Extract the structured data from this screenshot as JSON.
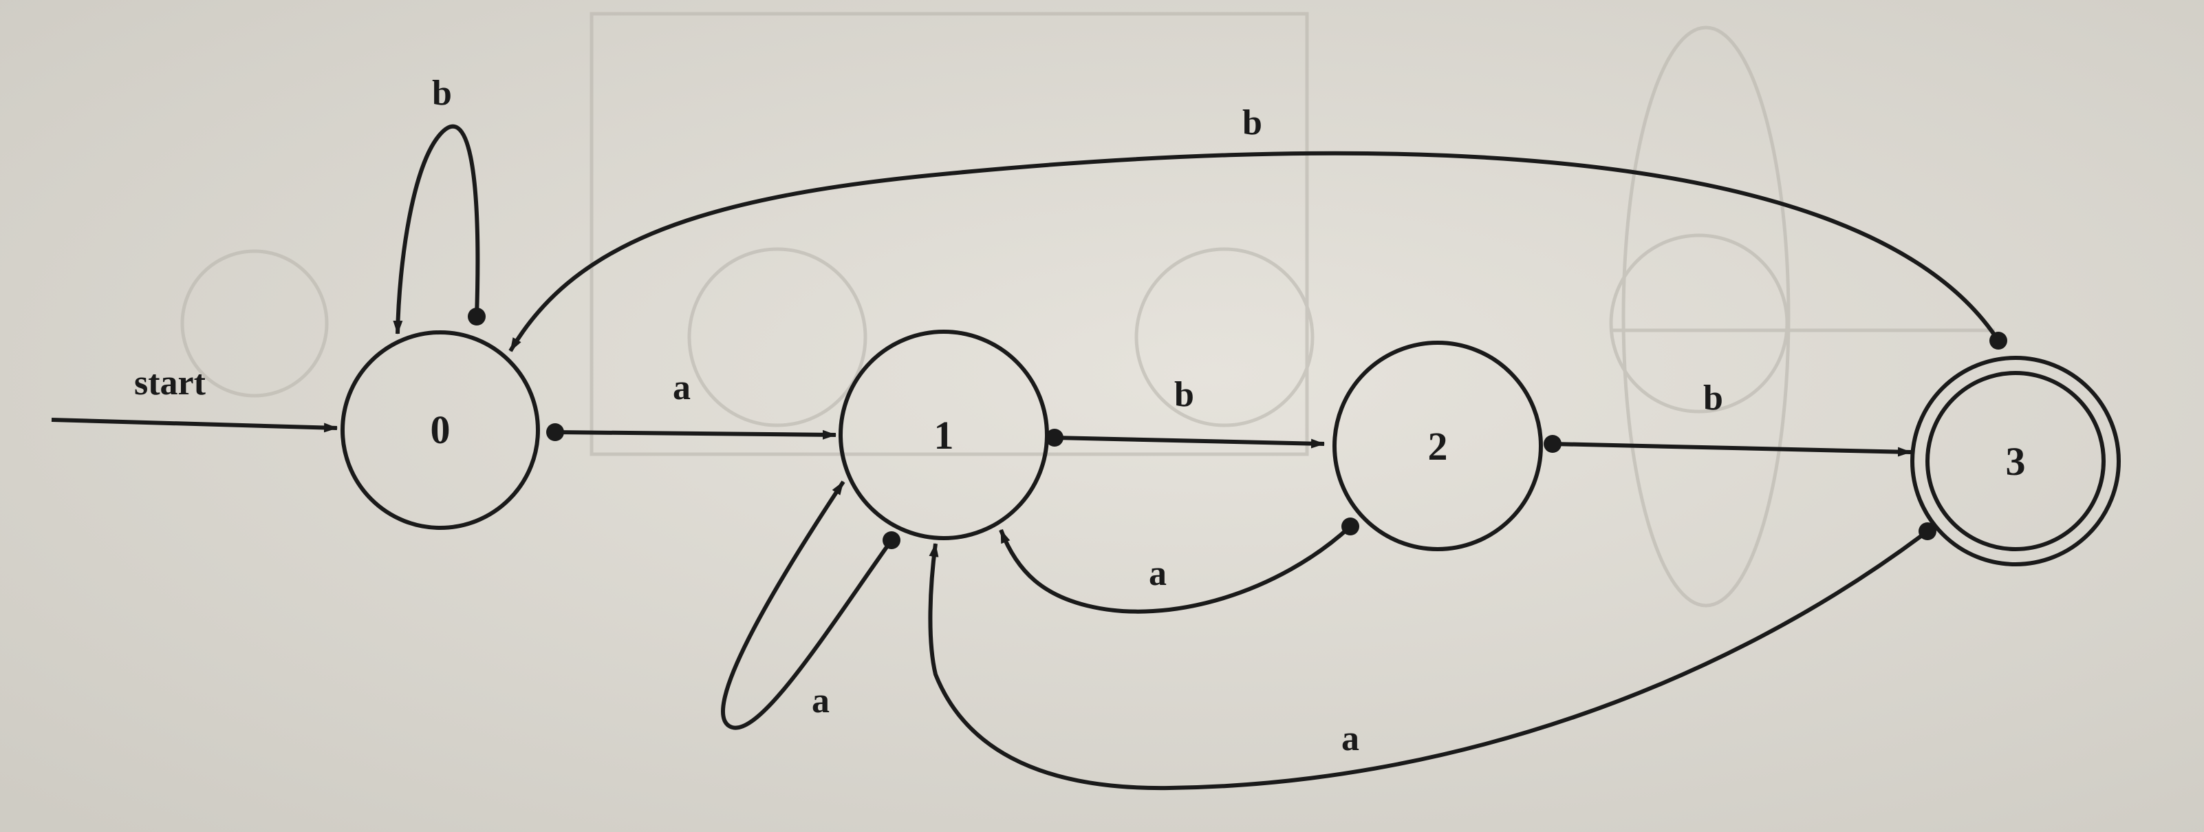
{
  "diagram": {
    "start_label": "start",
    "states": [
      {
        "id": "0",
        "label": "0",
        "accepting": false
      },
      {
        "id": "1",
        "label": "1",
        "accepting": false
      },
      {
        "id": "2",
        "label": "2",
        "accepting": false
      },
      {
        "id": "3",
        "label": "3",
        "accepting": true
      }
    ],
    "transitions": [
      {
        "from": "0",
        "to": "0",
        "label": "b"
      },
      {
        "from": "0",
        "to": "1",
        "label": "a"
      },
      {
        "from": "1",
        "to": "1",
        "label": "a"
      },
      {
        "from": "1",
        "to": "2",
        "label": "b"
      },
      {
        "from": "2",
        "to": "1",
        "label": "a"
      },
      {
        "from": "2",
        "to": "3",
        "label": "b"
      },
      {
        "from": "3",
        "to": "0",
        "label": "b"
      },
      {
        "from": "3",
        "to": "1",
        "label": "a"
      }
    ]
  }
}
